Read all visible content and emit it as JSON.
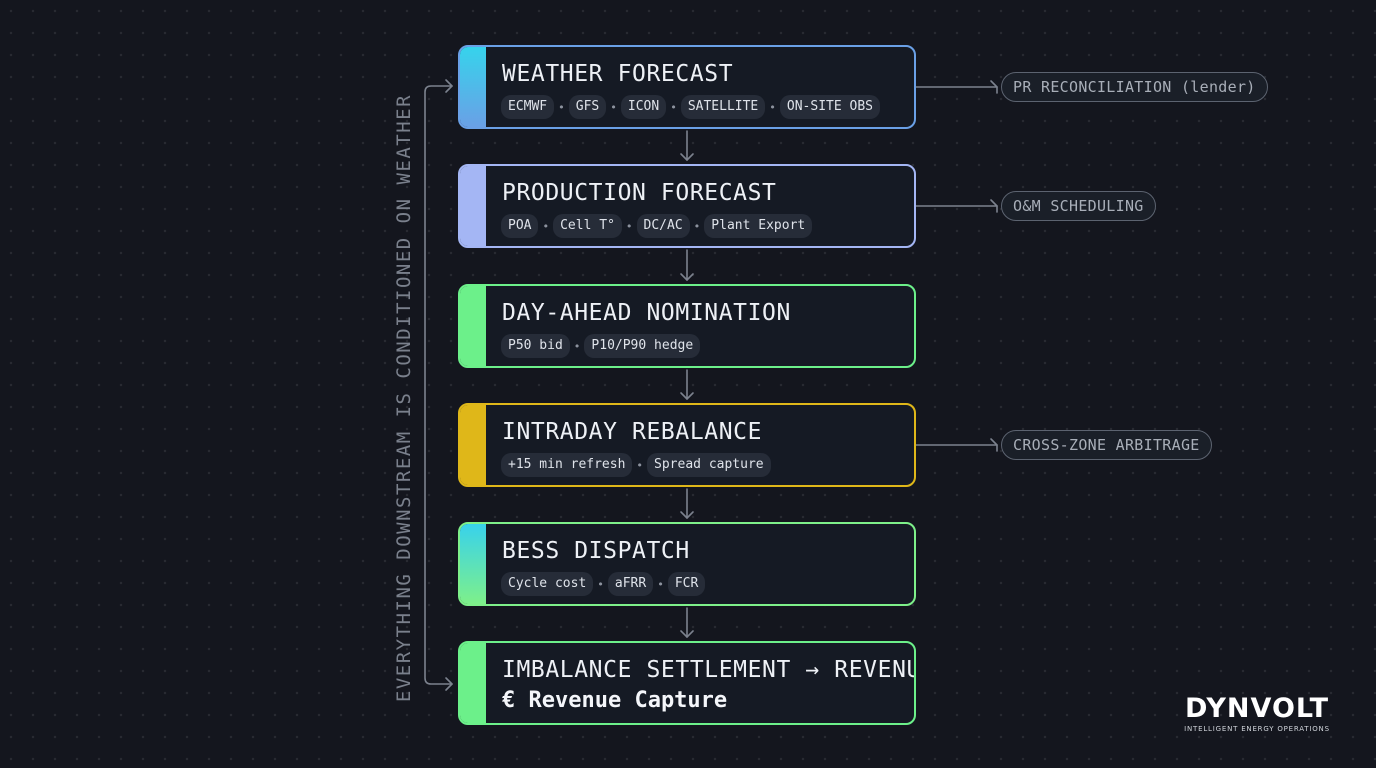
{
  "side_label": "EVERYTHING DOWNSTREAM IS CONDITIONED ON WEATHER",
  "stages": [
    {
      "title": "WEATHER FORECAST",
      "chips": [
        "ECMWF",
        "GFS",
        "ICON",
        "SATELLITE",
        "ON-SITE OBS"
      ],
      "colors": [
        "#36d3ec",
        "#6aa0e6"
      ]
    },
    {
      "title": "PRODUCTION FORECAST",
      "chips": [
        "POA",
        "Cell T°",
        "DC/AC",
        "Plant Export"
      ],
      "colors": [
        "#a4b6f4",
        "#a4b6f4"
      ]
    },
    {
      "title": "DAY-AHEAD NOMINATION",
      "chips": [
        "P50 bid",
        "P10/P90 hedge"
      ],
      "colors": [
        "#6cf08a",
        "#6cf08a"
      ]
    },
    {
      "title": "INTRADAY REBALANCE",
      "chips": [
        "+15 min refresh",
        "Spread capture"
      ],
      "colors": [
        "#dfb719",
        "#dfb719"
      ]
    },
    {
      "title": "BESS DISPATCH",
      "chips": [
        "Cycle cost",
        "aFRR",
        "FCR"
      ],
      "colors": [
        "#38d2ec",
        "#7ef08a"
      ]
    },
    {
      "title": "IMBALANCE SETTLEMENT → REVENUE",
      "subtitle": "€ Revenue Capture",
      "colors": [
        "#6cf08a",
        "#6cf08a"
      ]
    }
  ],
  "side_outputs": [
    {
      "label": "PR RECONCILIATION (lender)",
      "stage": 0
    },
    {
      "label": "O&M SCHEDULING",
      "stage": 1
    },
    {
      "label": "CROSS-ZONE ARBITRAGE",
      "stage": 3
    }
  ],
  "logo": {
    "word": "DYNVOLT",
    "tagline": "INTELLIGENT ENERGY OPERATIONS"
  }
}
